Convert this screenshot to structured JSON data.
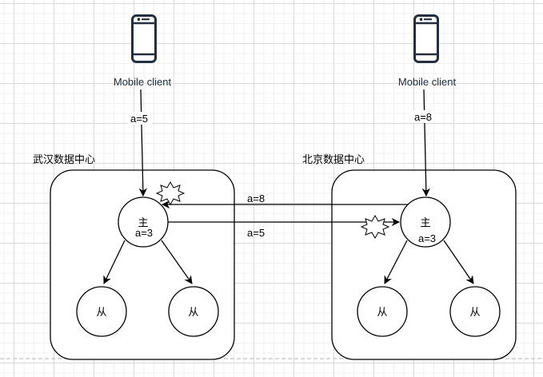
{
  "diagram": {
    "clients": [
      {
        "id": "client-wuhan",
        "icon": "mobile-phone-icon",
        "label": "Mobile client",
        "write_label": "a=5"
      },
      {
        "id": "client-beijing",
        "icon": "mobile-phone-icon",
        "label": "Mobile client",
        "write_label": "a=8"
      }
    ],
    "datacenters": [
      {
        "id": "dc-wuhan",
        "label": "武汉数据中心",
        "master": {
          "label": "主",
          "value": "a=3"
        },
        "slaves": [
          {
            "label": "从"
          },
          {
            "label": "从"
          }
        ]
      },
      {
        "id": "dc-beijing",
        "label": "北京数据中心",
        "master": {
          "label": "主",
          "value": "a=3"
        },
        "slaves": [
          {
            "label": "从"
          },
          {
            "label": "从"
          }
        ]
      }
    ],
    "replication": [
      {
        "from": "dc-beijing",
        "to": "dc-wuhan",
        "label": "a=8",
        "conflict_icon": "explosion-icon"
      },
      {
        "from": "dc-wuhan",
        "to": "dc-beijing",
        "label": "a=5",
        "conflict_icon": "explosion-icon"
      }
    ],
    "colors": {
      "stroke": "#000000",
      "client_icon": "#232f3e",
      "grid_major": "#d9d9d9",
      "grid_minor": "#f1f1f1"
    }
  }
}
